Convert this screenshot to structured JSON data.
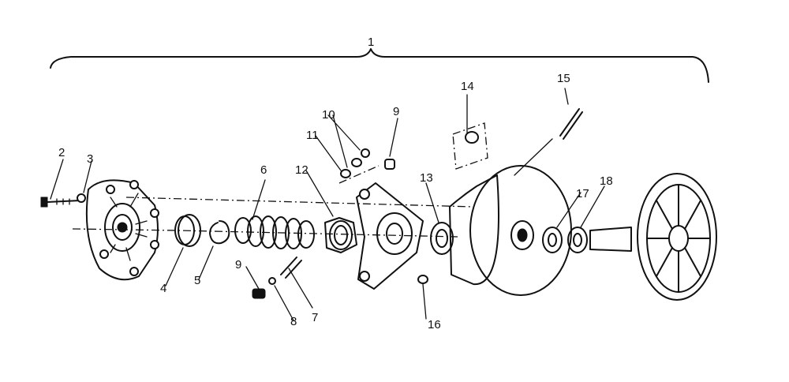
{
  "diagram": {
    "labels": {
      "assembly": "1",
      "bolt": "2",
      "washer_small": "3",
      "ring": "4",
      "snap_ring": "5",
      "spring": "6",
      "pin": "7",
      "small_washer": "8",
      "roller_9a": "9",
      "roller_9b": "9",
      "bushing_pair": "10",
      "nut_pair": "11",
      "spider_cup": "12",
      "thrust_washer": "13",
      "decal": "14",
      "shaft_pin": "15",
      "plug": "16",
      "bearing": "17",
      "seal": "18"
    }
  }
}
